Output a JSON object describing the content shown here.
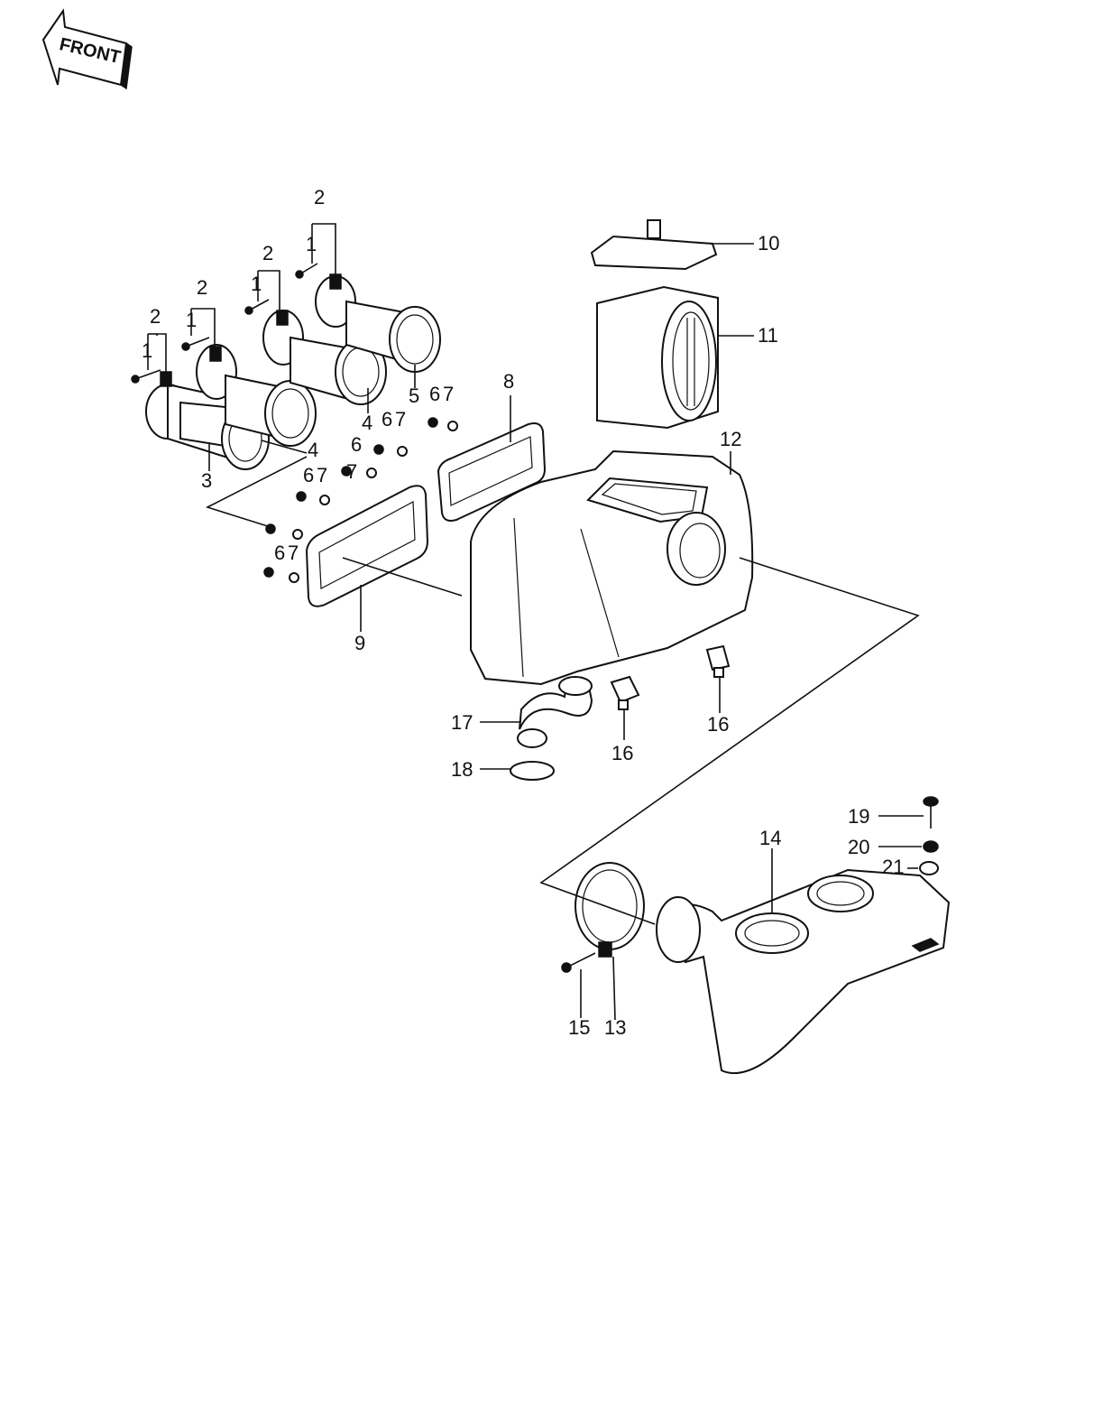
{
  "front_arrow": {
    "label": "FRONT"
  },
  "parts": [
    {
      "id": "p1a",
      "number": "1"
    },
    {
      "id": "p1b",
      "number": "1"
    },
    {
      "id": "p1c",
      "number": "1"
    },
    {
      "id": "p1d",
      "number": "1"
    },
    {
      "id": "p2a",
      "number": "2"
    },
    {
      "id": "p2b",
      "number": "2"
    },
    {
      "id": "p2c",
      "number": "2"
    },
    {
      "id": "p2d",
      "number": "2"
    },
    {
      "id": "p3",
      "number": "3"
    },
    {
      "id": "p4a",
      "number": "4"
    },
    {
      "id": "p4b",
      "number": "4"
    },
    {
      "id": "p5",
      "number": "5"
    },
    {
      "id": "p6a",
      "number": "6"
    },
    {
      "id": "p6b",
      "number": "6"
    },
    {
      "id": "p6c",
      "number": "6"
    },
    {
      "id": "p6d",
      "number": "6"
    },
    {
      "id": "p6e",
      "number": "6"
    },
    {
      "id": "p7a",
      "number": "7"
    },
    {
      "id": "p7b",
      "number": "7"
    },
    {
      "id": "p7c",
      "number": "7"
    },
    {
      "id": "p7d",
      "number": "7"
    },
    {
      "id": "p7e",
      "number": "7"
    },
    {
      "id": "p8",
      "number": "8"
    },
    {
      "id": "p9",
      "number": "9"
    },
    {
      "id": "p10",
      "number": "10"
    },
    {
      "id": "p11",
      "number": "11"
    },
    {
      "id": "p12",
      "number": "12"
    },
    {
      "id": "p13",
      "number": "13"
    },
    {
      "id": "p14",
      "number": "14"
    },
    {
      "id": "p15",
      "number": "15"
    },
    {
      "id": "p16a",
      "number": "16"
    },
    {
      "id": "p16b",
      "number": "16"
    },
    {
      "id": "p17",
      "number": "17"
    },
    {
      "id": "p18",
      "number": "18"
    },
    {
      "id": "p19",
      "number": "19"
    },
    {
      "id": "p20",
      "number": "20"
    },
    {
      "id": "p21",
      "number": "21"
    }
  ]
}
